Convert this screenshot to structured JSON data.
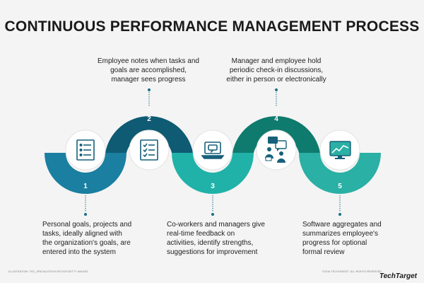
{
  "title": "CONTINUOUS PERFORMANCE MANAGEMENT PROCESS",
  "colors": {
    "step1": "#1a7fa0",
    "step2": "#0e5b73",
    "step3": "#20b2a8",
    "step4": "#0f7a6e",
    "step5": "#2ab0a4",
    "connector": "#1c6f86",
    "icon": "#17607a",
    "circle": "#ffffff"
  },
  "steps": [
    {
      "number": "1",
      "icon": "list-icon",
      "text": "Personal goals, projects and tasks, ideally aligned with the organization's goals, are entered into the system"
    },
    {
      "number": "2",
      "icon": "checklist-icon",
      "text": "Employee notes when tasks and goals are accomplished, manager sees progress"
    },
    {
      "number": "3",
      "icon": "laptop-chat-icon",
      "text": "Co-workers and managers give real-time feedback on activities, identify strengths, suggestions for improvement"
    },
    {
      "number": "4",
      "icon": "discussion-icon",
      "text": "Manager and employee hold periodic check-in discussions, either in person or electronically"
    },
    {
      "number": "5",
      "icon": "chart-monitor-icon",
      "text": "Software aggregates and summarizes employee's progress for optional formal review"
    }
  ],
  "footer_left": "ILLUSTRATION: TKG_SPATIALSTOCK/ISTOCK/GETTY IMAGES",
  "footer_right": "©2016 TECHTARGET. ALL RIGHTS RESERVED",
  "brand": "TechTarget"
}
